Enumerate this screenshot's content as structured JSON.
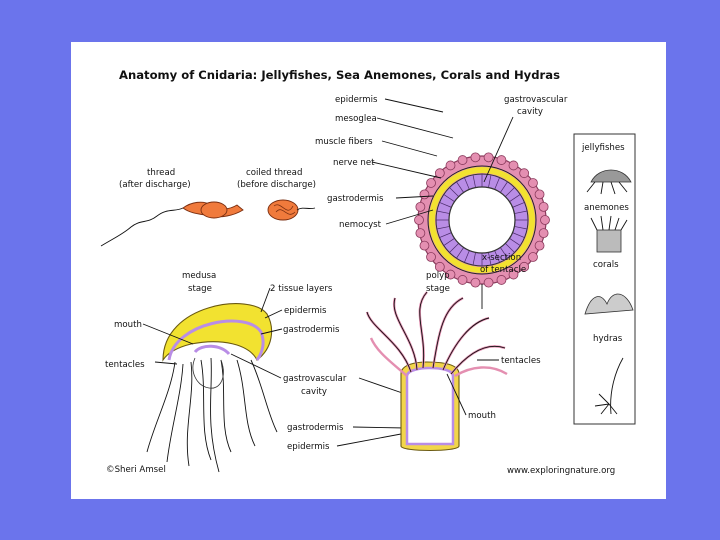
{
  "title": "Anatomy of Cnidaria: Jellyfishes, Sea Anemones, Corals and Hydras",
  "cross_section": {
    "epidermis": "epidermis",
    "mesoglea": "mesoglea",
    "muscle_fibers": "muscle fibers",
    "nerve_net": "nerve net",
    "gastrodermis": "gastrodermis",
    "nemocyst": "nemocyst",
    "gastrovascular_1": "gastrovascular",
    "gastrovascular_2": "cavity",
    "xsection_1": "x-section",
    "xsection_2": "of tentacle"
  },
  "thread": {
    "after_1": "thread",
    "after_2": "(after discharge)",
    "before_1": "coiled thread",
    "before_2": "(before discharge)"
  },
  "medusa": {
    "stage_1": "medusa",
    "stage_2": "stage",
    "layers": "2 tissue layers",
    "epidermis": "epidermis",
    "gastrodermis": "gastrodermis",
    "mouth": "mouth",
    "tentacles": "tentacles",
    "gv_1": "gastrovascular",
    "gv_2": "cavity",
    "bottom_gastrodermis": "gastrodermis",
    "bottom_epidermis": "epidermis"
  },
  "polyp": {
    "stage_1": "polyp",
    "stage_2": "stage",
    "tentacles": "tentacles",
    "mouth": "mouth"
  },
  "panel": {
    "jellyfishes": "jellyfishes",
    "anemones": "anemones",
    "corals": "corals",
    "hydras": "hydras"
  },
  "credit": "©Sheri Amsel",
  "website": "www.exploringnature.org",
  "colors": {
    "background": "#6b74ec",
    "epidermis": "#e48fb1",
    "mesoglea": "#f2e230",
    "gastrodermis": "#b98de6",
    "thread": "#f07a3c",
    "polyp_body": "#f2d64a"
  }
}
